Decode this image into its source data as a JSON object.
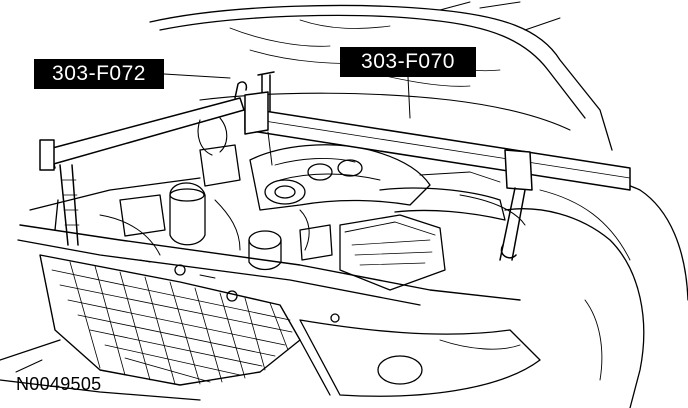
{
  "callouts": {
    "tool_left": "303-F072",
    "tool_right": "303-F070"
  },
  "figure_id": "N0049505",
  "icons": {
    "illustration": "engine-bay-with-support-fixture-drawing"
  }
}
